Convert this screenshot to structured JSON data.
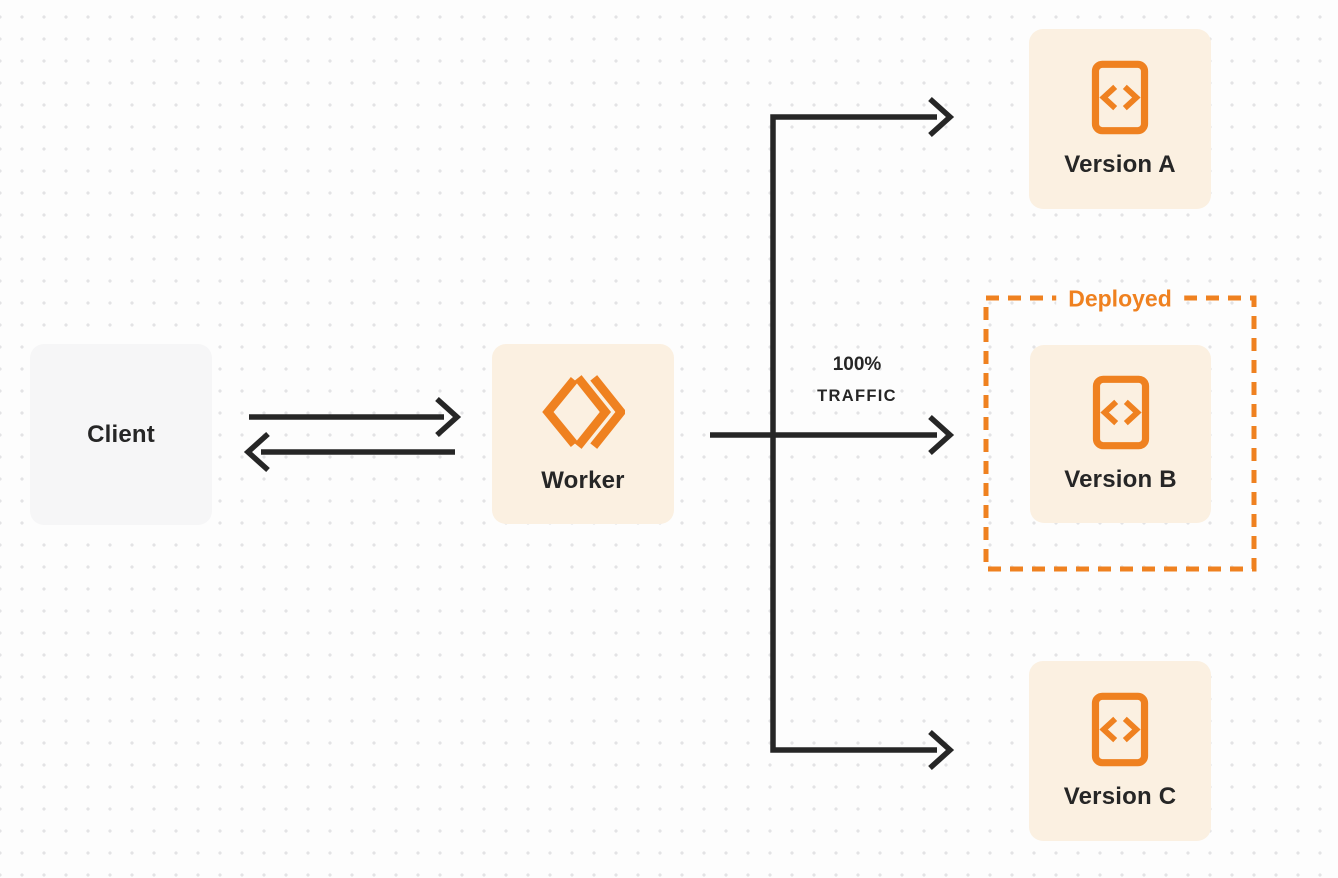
{
  "colors": {
    "orange": "#ef8120",
    "dark": "#262626",
    "peach_box_bg": "#fbf0e1",
    "gray_box_bg": "#f6f6f7",
    "page_bg": "#fdfdfd",
    "dot": "#e3e3e5"
  },
  "nodes": {
    "client": {
      "label": "Client"
    },
    "worker": {
      "label": "Worker"
    },
    "version_a": {
      "label": "Version A"
    },
    "version_b": {
      "label": "Version B"
    },
    "version_c": {
      "label": "Version C"
    }
  },
  "annotations": {
    "deployed": "Deployed",
    "traffic_line1": "100%",
    "traffic_line2": "TRAFFIC"
  },
  "icons": {
    "worker_icon": "cloudflare-workers-double-chevron",
    "version_icon": "code-file"
  }
}
